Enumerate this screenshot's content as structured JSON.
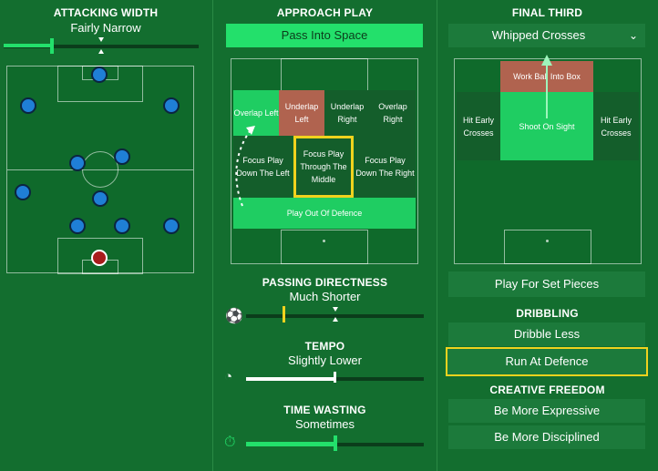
{
  "attacking_width": {
    "title": "ATTACKING WIDTH",
    "value": "Fairly Narrow"
  },
  "approach_play": {
    "title": "APPROACH PLAY",
    "selected": "Pass Into Space",
    "zones": {
      "overlap_left": "Overlap Left",
      "underlap_left": "Underlap Left",
      "underlap_right": "Underlap Right",
      "overlap_right": "Overlap Right",
      "focus_left": "Focus Play Down The Left",
      "focus_middle": "Focus Play Through The Middle",
      "focus_right": "Focus Play Down The Right",
      "out_of_defence": "Play Out Of Defence"
    }
  },
  "passing_directness": {
    "title": "PASSING DIRECTNESS",
    "value": "Much Shorter",
    "level": 0.15
  },
  "tempo": {
    "title": "TEMPO",
    "value": "Slightly Lower",
    "level": 0.5
  },
  "time_wasting": {
    "title": "TIME WASTING",
    "value": "Sometimes",
    "level": 0.5
  },
  "final_third": {
    "title": "FINAL THIRD",
    "dropdown_value": "Whipped Crosses",
    "zones": {
      "work_ball": "Work Ball Into Box",
      "hit_early_left": "Hit Early Crosses",
      "shoot_on_sight": "Shoot On Sight",
      "hit_early_right": "Hit Early Crosses"
    },
    "set_pieces": "Play For Set Pieces"
  },
  "dribbling": {
    "title": "DRIBBLING",
    "less": "Dribble Less",
    "run_at_defence": "Run At Defence"
  },
  "creative_freedom": {
    "title": "CREATIVE FREEDOM",
    "expressive": "Be More Expressive",
    "disciplined": "Be More Disciplined"
  },
  "colors": {
    "background": "#136e2f",
    "accent_green": "#23e06b",
    "highlight_yellow": "#f0d21e",
    "zone_red": "#b0634f",
    "player_blue": "#1f7fd6",
    "keeper_red": "#a81c1c"
  }
}
